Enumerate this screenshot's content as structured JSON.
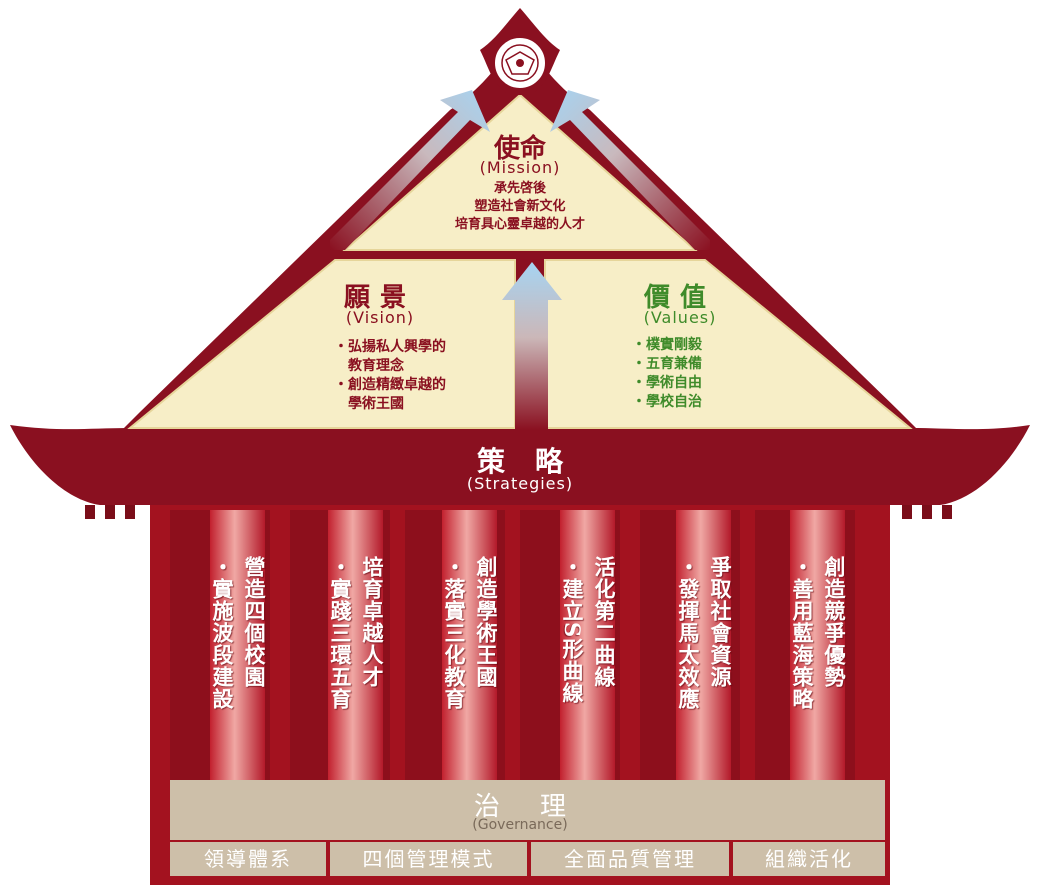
{
  "mission": {
    "title": "使命",
    "subtitle": "(Mission)",
    "items": [
      "承先啓後",
      "塑造社會新文化",
      "培育具心靈卓越的人才"
    ]
  },
  "vision": {
    "title": "願景",
    "subtitle": "(Vision)",
    "items": [
      "・弘揚私人興學的",
      "　教育理念",
      "・創造精緻卓越的",
      "　學術王國"
    ]
  },
  "values": {
    "title": "價值",
    "subtitle": "(Values)",
    "items": [
      "・樸實剛毅",
      "・五育兼備",
      "・學術自由",
      "・學校自治"
    ]
  },
  "strategies": {
    "title": "策略",
    "subtitle": "(Strategies)",
    "columns": [
      {
        "line1": "營造四個校園",
        "line2": "・實施波段建設"
      },
      {
        "line1": "培育卓越人才",
        "line2": "・實踐三環五育"
      },
      {
        "line1": "創造學術王國",
        "line2": "・落實三化教育"
      },
      {
        "line1": "活化第二曲線",
        "line2": "・建立S形曲線"
      },
      {
        "line1": "爭取社會資源",
        "line2": "・發揮馬太效應"
      },
      {
        "line1": "創造競爭優勢",
        "line2": "・善用藍海策略"
      }
    ]
  },
  "governance": {
    "title": "治理",
    "subtitle": "(Governance)",
    "items": [
      "領導體系",
      "四個管理模式",
      "全面品質管理",
      "組織活化"
    ]
  },
  "colors": {
    "roof": "#8a1020",
    "pillar": "#b3192a",
    "panel": "#f7eec7",
    "arrow": "#a6d4f2",
    "values_green": "#3f8b2a",
    "base": "#cdbfa9"
  }
}
